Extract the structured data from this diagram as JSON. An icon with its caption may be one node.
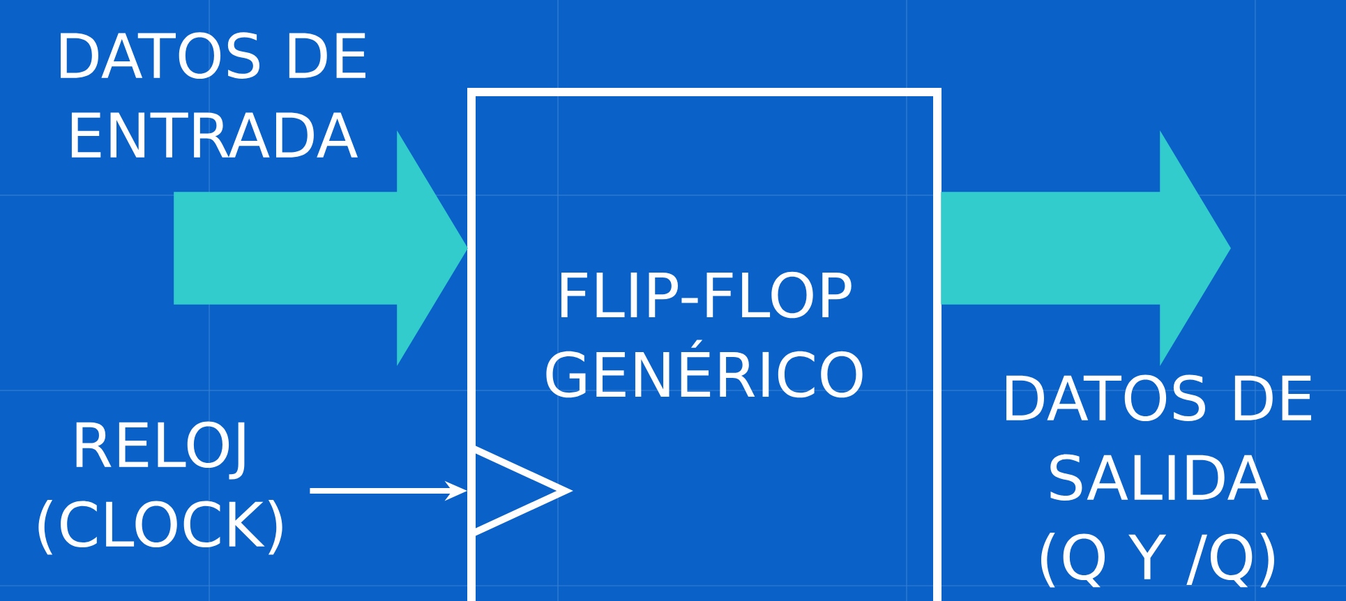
{
  "diagram": {
    "nodes": [
      {
        "text": [
          "FLIP-FLOP GENÉRICO"
        ]
      },
      {
        "text": [
          "RELOJ (CLOCK)"
        ]
      }
    ],
    "edges": [
      {
        "from": null,
        "to": 0,
        "arrow": "to",
        "style": "thick",
        "color": "#33cccc"
      },
      {
        "from": 0,
        "to": null,
        "arrow": "to",
        "style": "thick",
        "color": "#33cccc"
      },
      {
        "from": 1,
        "to": 0,
        "arrow": "to",
        "color": "#ffffff"
      }
    ],
    "labels": [
      "DATOS DE ENTRADA",
      "DATOS DE SALIDA (Q Y /Q)"
    ]
  }
}
